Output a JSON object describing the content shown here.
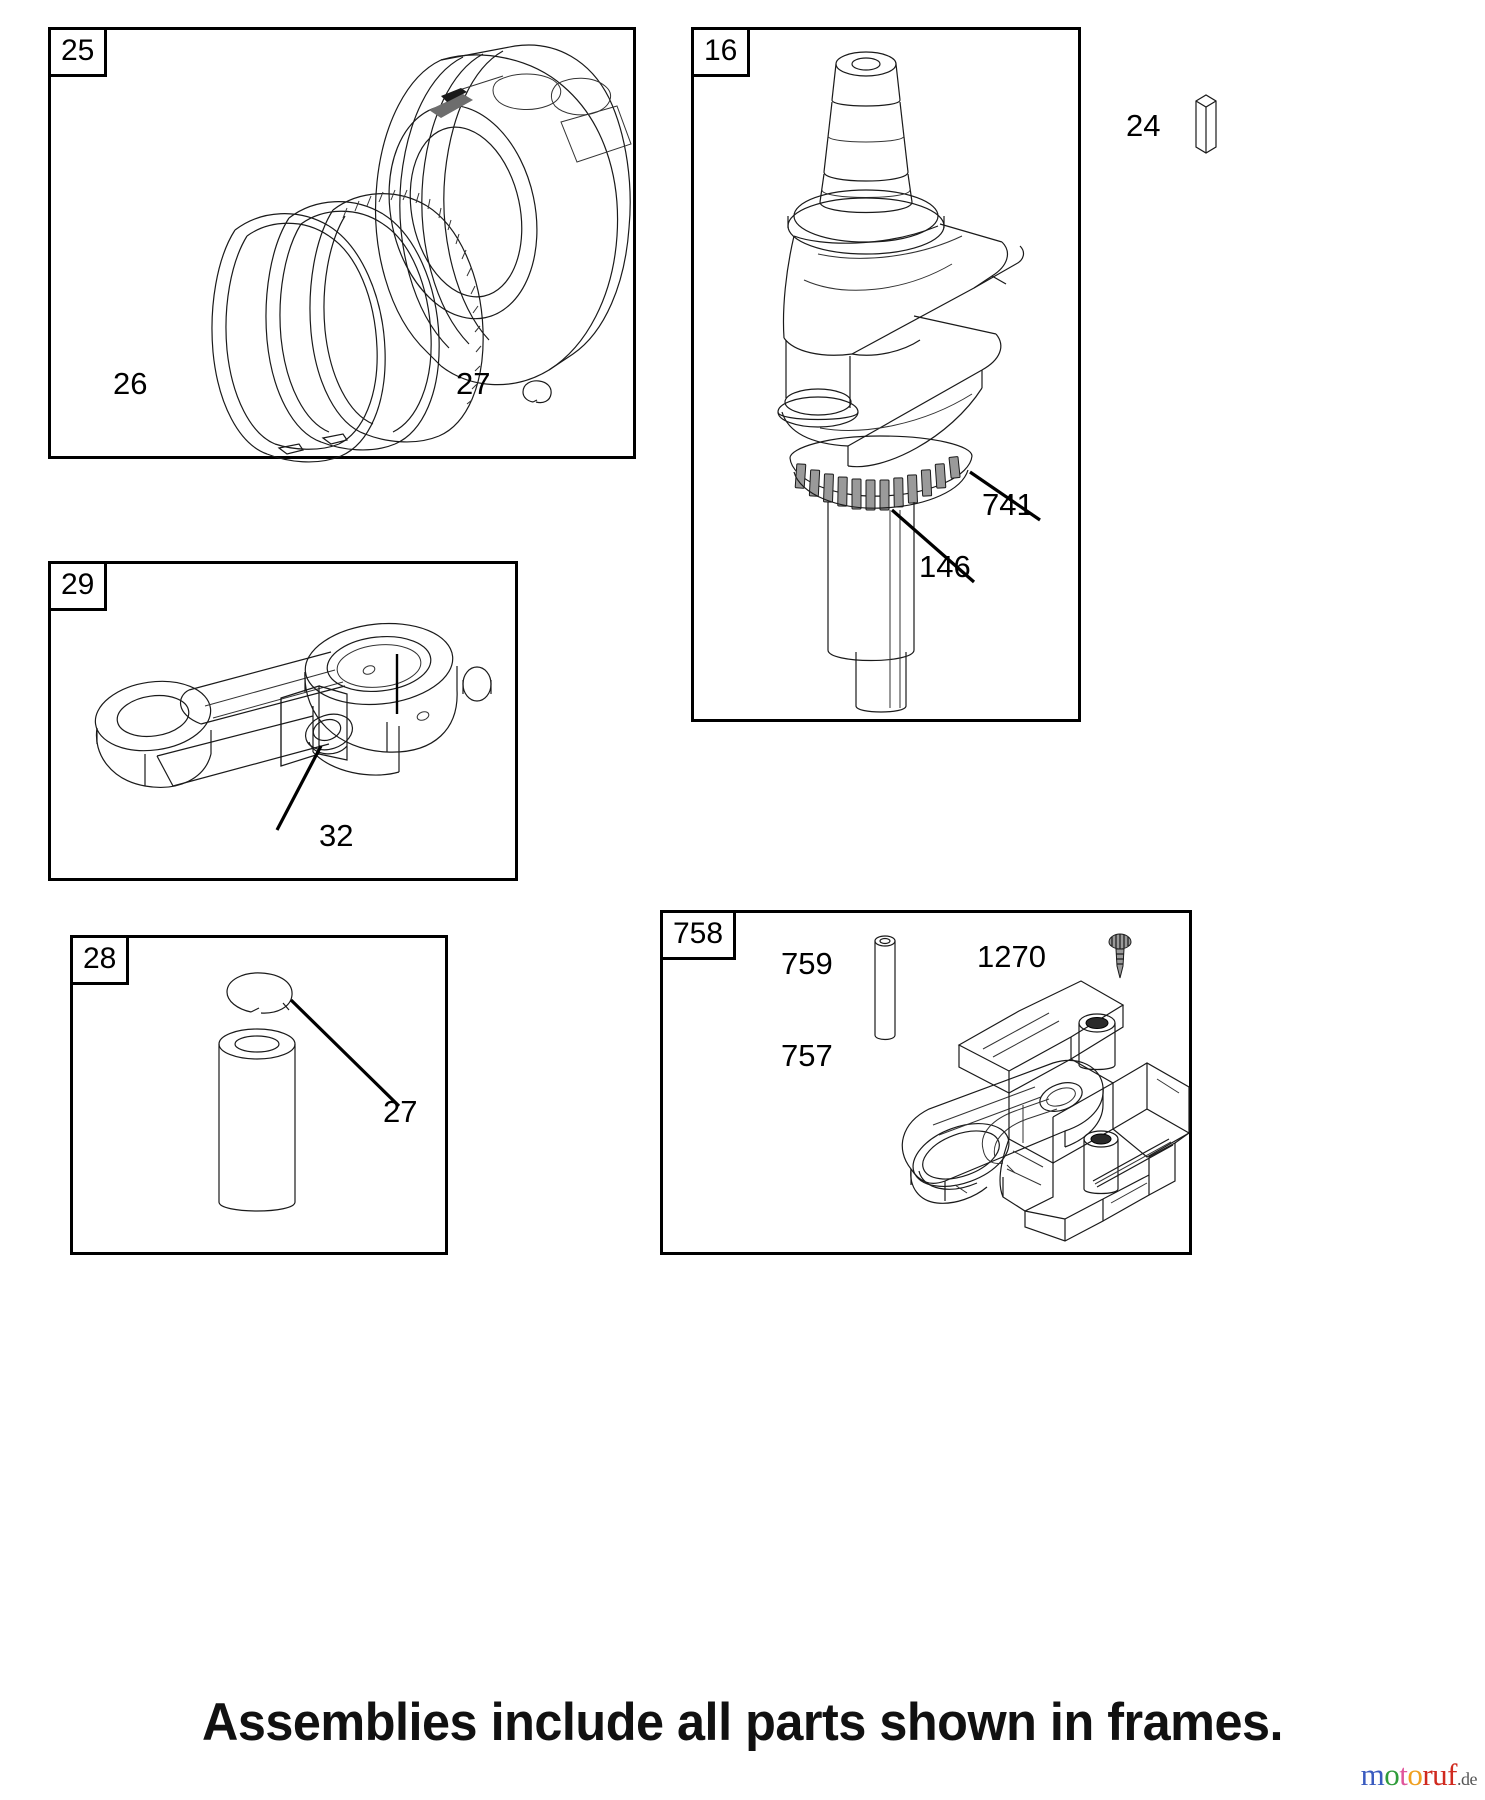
{
  "document": {
    "type": "parts-diagram",
    "caption": "Assemblies include all parts shown in frames.",
    "watermark": {
      "letters": [
        {
          "ch": "m",
          "color": "#3a5bbf"
        },
        {
          "ch": "o",
          "color": "#2f9c3a"
        },
        {
          "ch": "t",
          "color": "#e0559b"
        },
        {
          "ch": "o",
          "color": "#f0a020"
        },
        {
          "ch": "r",
          "color": "#d02a1f"
        },
        {
          "ch": "u",
          "color": "#d02a1f"
        },
        {
          "ch": "f",
          "color": "#d02a1f"
        }
      ],
      "suffix": ".de",
      "suffix_color": "#555555"
    }
  },
  "frames": [
    {
      "id": "frame-25",
      "tag": "25",
      "title": "piston-and-ring-set",
      "callouts": [
        {
          "ref": "26",
          "part": "piston-ring-set"
        },
        {
          "ref": "27",
          "part": "retaining-ring"
        }
      ]
    },
    {
      "id": "frame-16",
      "tag": "16",
      "title": "crankshaft-assembly",
      "callouts": [
        {
          "ref": "741",
          "part": "timing-gear"
        },
        {
          "ref": "146",
          "part": "crank-gear-key"
        }
      ]
    },
    {
      "id": "frame-29",
      "tag": "29",
      "title": "connecting-rod-assembly",
      "callouts": [
        {
          "ref": "32",
          "part": "connecting-rod-bolt"
        }
      ]
    },
    {
      "id": "frame-28",
      "tag": "28",
      "title": "piston-pin-assembly",
      "callouts": [
        {
          "ref": "27",
          "part": "retaining-ring"
        }
      ]
    },
    {
      "id": "frame-758",
      "tag": "758",
      "title": "governor-assembly",
      "callouts": [
        {
          "ref": "759",
          "part": "governor-shaft-pin"
        },
        {
          "ref": "757",
          "part": "governor-gear-plate"
        },
        {
          "ref": "1270",
          "part": "governor-rivet-screw"
        }
      ]
    }
  ],
  "loose_parts": [
    {
      "ref": "24",
      "part": "flywheel-key",
      "location": "outside-frame-16-right"
    }
  ],
  "colors": {
    "line": "#1a1a1a",
    "frame_border": "#000000",
    "gear_shade": "#9a9a9a",
    "background": "#ffffff"
  }
}
